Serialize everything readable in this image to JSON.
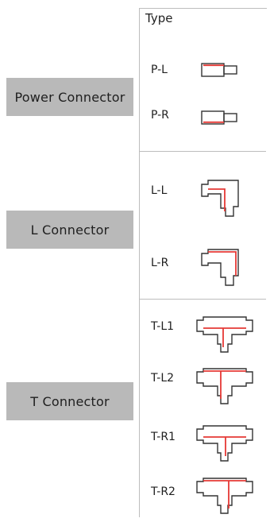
{
  "header": {
    "type_label": "Type"
  },
  "groups": [
    {
      "label": "Power Connector",
      "items": [
        "P-L",
        "P-R"
      ]
    },
    {
      "label": "L Connector",
      "items": [
        "L-L",
        "L-R"
      ]
    },
    {
      "label": "T Connector",
      "items": [
        "T-L1",
        "T-L2",
        "T-R1",
        "T-R2"
      ]
    }
  ],
  "colors": {
    "outline": "#333333",
    "conductor": "#e53935",
    "label_bg": "#b9b9b9"
  }
}
